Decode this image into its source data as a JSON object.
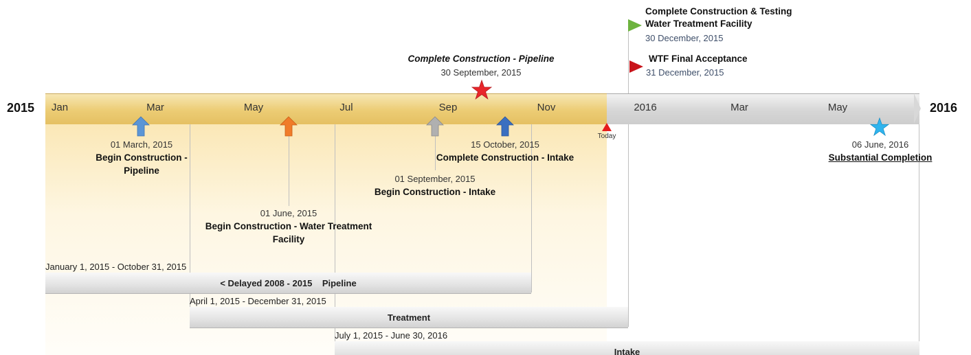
{
  "timeline": {
    "start_year": "2015",
    "end_year": "2016",
    "months": [
      "Jan",
      "Mar",
      "May",
      "Jul",
      "Sep",
      "Nov",
      "2016",
      "Mar",
      "May"
    ],
    "today_label": "Today"
  },
  "milestones": {
    "pipeline_complete": {
      "title": "Complete Construction - Pipeline",
      "date": "30 September, 2015"
    },
    "testing_complete": {
      "title_line1": "Complete Construction & Testing",
      "title_line2": "Water Treatment Facility",
      "date": "30 December, 2015"
    },
    "wtf_acceptance": {
      "title": "WTF Final Acceptance",
      "date": "31 December, 2015"
    },
    "pipeline_begin": {
      "date": "01 March, 2015",
      "title_line1": "Begin Construction -",
      "title_line2": "Pipeline"
    },
    "wtf_begin": {
      "date": "01 June, 2015",
      "title_line1": "Begin Construction - Water Treatment",
      "title_line2": "Facility"
    },
    "intake_begin": {
      "date": "01 September, 2015",
      "title": "Begin Construction - Intake"
    },
    "intake_complete": {
      "date": "15 October, 2015",
      "title": "Complete Construction - Intake"
    },
    "substantial": {
      "date": "06 June, 2016",
      "title": "Substantial Completion"
    }
  },
  "tasks": [
    {
      "range": "January 1, 2015 - October 31, 2015",
      "label": "< Delayed 2008 - 2015    Pipeline"
    },
    {
      "range": "April 1, 2015 - December 31, 2015",
      "label": "Treatment"
    },
    {
      "range": "July 1, 2015 - June 30, 2016",
      "label": "Intake"
    }
  ],
  "colors": {
    "elapsed_bar": "#e5c063",
    "future_bar": "#d0d0d0",
    "star_red": "#e8262b",
    "star_blue": "#2fb4ee",
    "flag_green": "#6db33f",
    "flag_red": "#c8141b",
    "arrow_blue": "#4f87c7",
    "arrow_orange": "#f07c2a",
    "arrow_gray": "#a6a6a6",
    "arrow_dark_blue": "#3a6fc0"
  }
}
